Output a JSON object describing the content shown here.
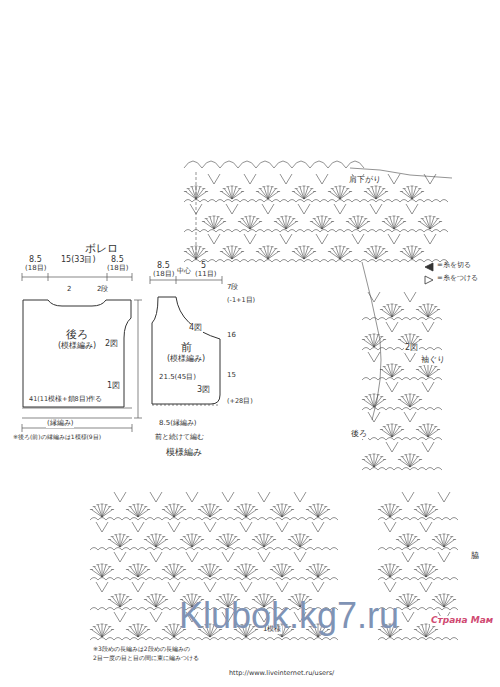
{
  "diagram": {
    "title": "ボレロ",
    "nodes": [
      {
        "text": [
          "後ろ",
          "(模様編み)"
        ]
      },
      {
        "text": [
          "前",
          "(模様編み)"
        ]
      }
    ],
    "labels": [
      "8.5",
      "(18目)",
      "15(33目)",
      "8.5",
      "(18目)",
      "2",
      "2段",
      "2図",
      "1図",
      "41(11模様+鎖8目)作る",
      "(縁編み)",
      "※後ろ(前)の縁編みは1模様(9目)",
      "8.5",
      "(18目)",
      "5",
      "(11目)",
      "7段",
      "(-1+1目)",
      "16",
      "15",
      "4図",
      "21.5(45目)",
      "3図",
      "(+28目)",
      "8.5(縁編み)",
      "前と続けて編む",
      "模様編み",
      "中心",
      "肩下がり",
      "2図",
      "袖ぐり",
      "後ろ",
      "脇",
      "1模様",
      "※3段めの長編みは2段めの長編みの",
      "2目一度の目と目の間に束に編みつける",
      "Klubok.kg7.ru",
      "http://www.liveinternet.ru/users/",
      "Страна Мам"
    ],
    "legend": [
      {
        "text": "=糸を切る"
      },
      {
        "text": "=糸をつける"
      }
    ]
  }
}
